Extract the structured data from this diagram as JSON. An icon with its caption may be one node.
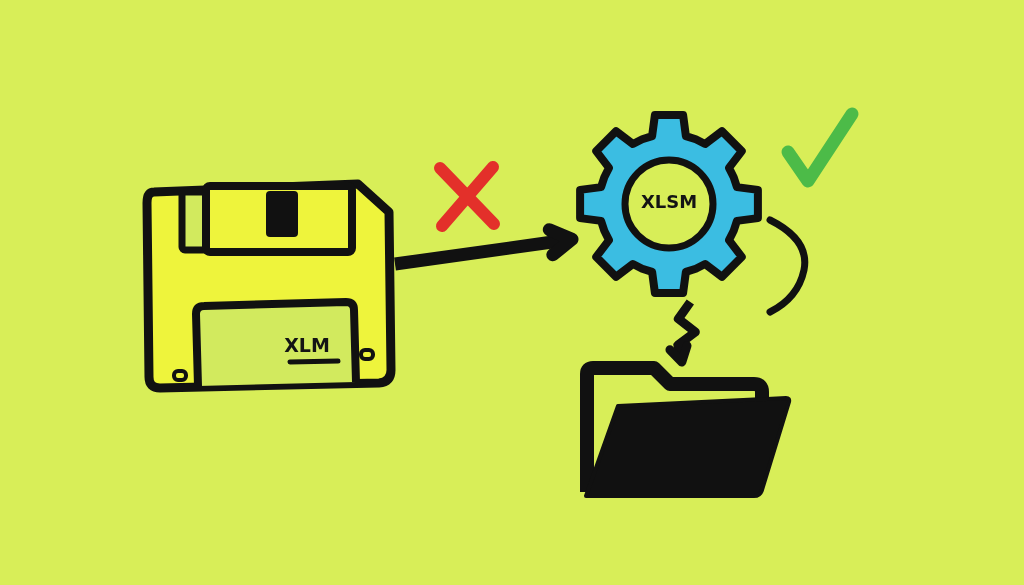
{
  "diagram": {
    "nodes": [
      {
        "text": [
          "XLM"
        ]
      },
      {
        "text": [
          "XLSM"
        ]
      },
      {
        "text": [],
        "shape": "folder"
      }
    ],
    "edges": [
      {
        "from": 0,
        "to": 1,
        "arrow": "to"
      },
      {
        "from": 1,
        "to": 2,
        "arrow": "to"
      }
    ]
  }
}
